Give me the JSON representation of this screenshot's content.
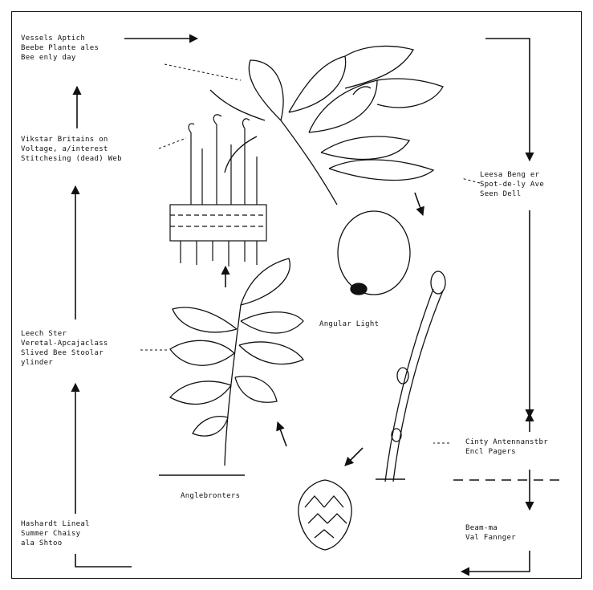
{
  "diagram": {
    "labels": {
      "top_left": "Vessels Aptich\nBeebe Plante ales\nBee enly day",
      "upper_left": "Vikstar Britains on\nVoltage, a/interest\nStitchesing (dead) Web",
      "right_upper": "Leesa Beng er\nSpot-de-ly Ave\nSeen Dell",
      "middle_left": "Leech Ster\nVeretal-Apcajaclass\nSlived Bee Stoolar\nylinder",
      "center": "Angular Light",
      "right_middle": "Cinty Antennanstbr\nEncl Pagers",
      "bottom_center": "Anglebronters",
      "bottom_left": "Hashardt Lineal\nSummer Chaisy\nala Shtoo",
      "bottom_right": "Beam-ma\nVal Fannger"
    }
  }
}
